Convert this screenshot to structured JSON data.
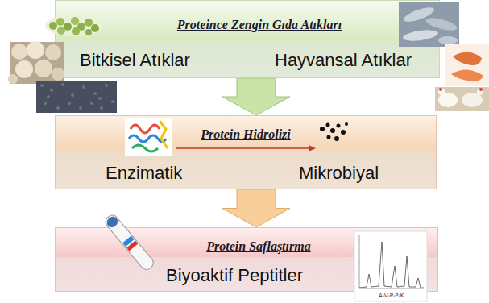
{
  "diagram": {
    "nodes": [
      {
        "text": [
          "Proteince Zengin Gıda Atıkları",
          "Bitkisel Atıklar",
          "Hayvansal Atıklar"
        ]
      },
      {
        "text": [
          "Protein Hidrolizi",
          "Enzimatik",
          "Mikrobiyal"
        ]
      },
      {
        "text": [
          "Protein Saflaştırma",
          "Biyoaktif Peptitler"
        ]
      }
    ],
    "edges": [
      {
        "from": 0,
        "to": 1,
        "arrow": "to"
      },
      {
        "from": 1,
        "to": 2,
        "arrow": "to"
      }
    ],
    "labels": [
      "A-V-P-P-K"
    ]
  }
}
